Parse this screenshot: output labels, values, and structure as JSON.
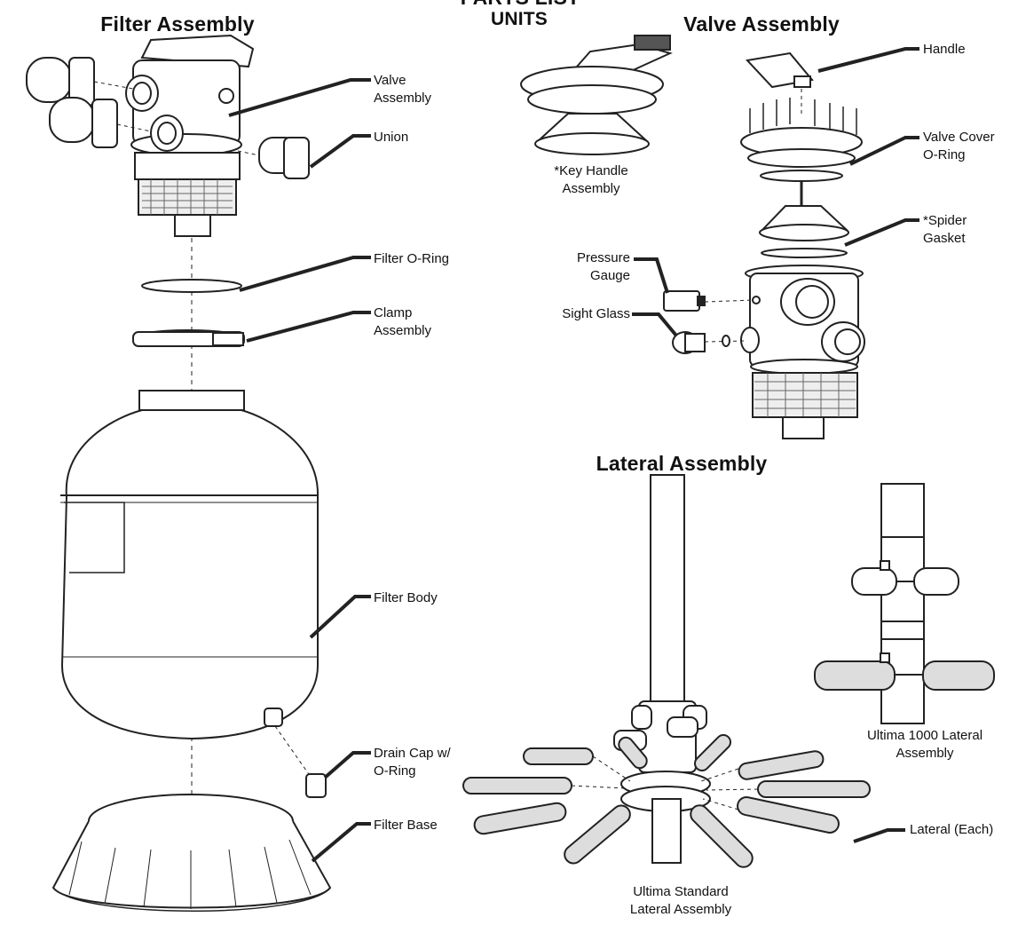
{
  "header": {
    "cut_title": "PARTS LIST",
    "units": "UNITS",
    "filter_assembly_title": "Filter Assembly",
    "valve_assembly_title": "Valve Assembly",
    "lateral_assembly_title": "Lateral Assembly"
  },
  "filter_labels": {
    "valve_assembly": [
      "Valve",
      "Assembly"
    ],
    "union": "Union",
    "filter_oring": "Filter O-Ring",
    "clamp_assembly": [
      "Clamp",
      "Assembly"
    ],
    "filter_body": "Filter Body",
    "drain_cap": [
      "Drain Cap w/",
      "O-Ring"
    ],
    "filter_base": "Filter Base"
  },
  "valve_labels": {
    "key_handle": [
      "*Key Handle",
      "Assembly"
    ],
    "handle": "Handle",
    "valve_cover_oring": [
      "Valve Cover",
      "O-Ring"
    ],
    "spider_gasket": [
      "*Spider",
      "Gasket"
    ],
    "pressure_gauge": [
      "Pressure",
      "Gauge"
    ],
    "sight_glass": "Sight Glass"
  },
  "lateral_labels": {
    "ultima_1000": [
      "Ultima 1000 Lateral",
      "Assembly"
    ],
    "ultima_standard": [
      "Ultima Standard",
      "Lateral Assembly"
    ],
    "lateral_each": "Lateral (Each)"
  }
}
